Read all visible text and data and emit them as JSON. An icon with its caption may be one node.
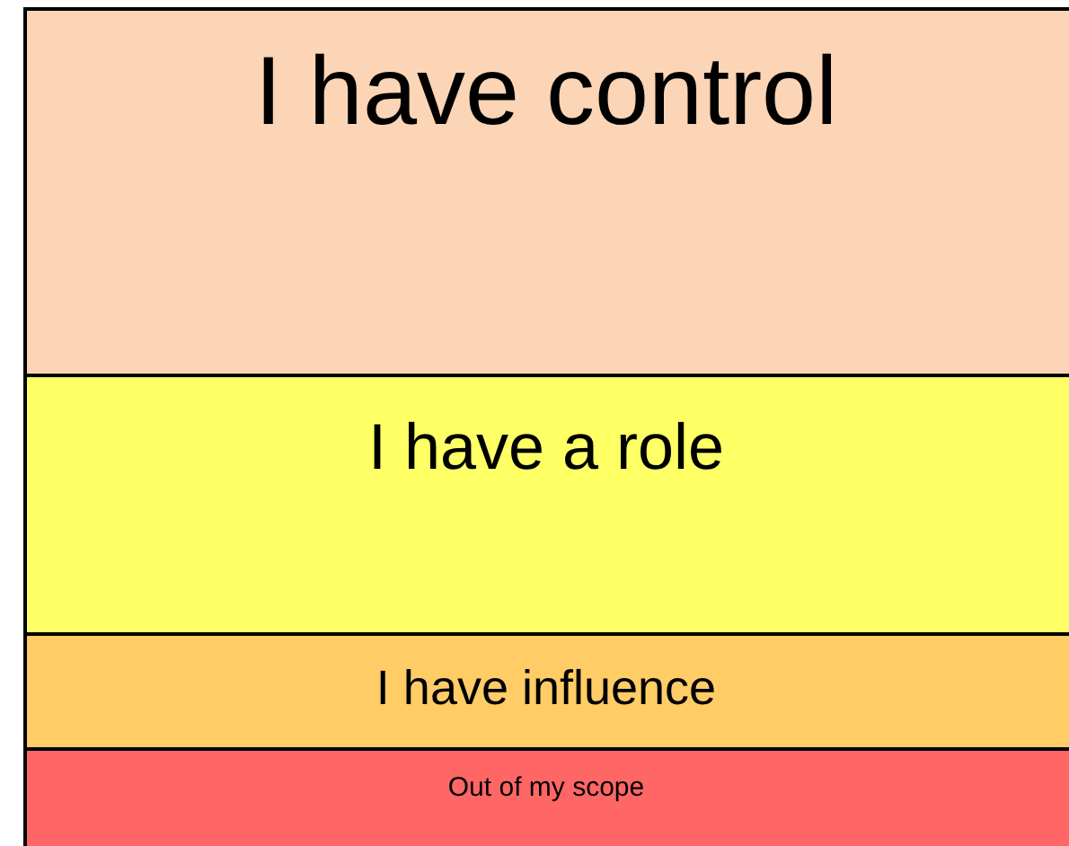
{
  "diagram": {
    "nodes": [
      {
        "text": [
          "I have control"
        ]
      },
      {
        "text": [
          "I have a role"
        ]
      },
      {
        "text": [
          "I have influence"
        ]
      },
      {
        "text": [
          "Out of my scope"
        ]
      }
    ]
  }
}
